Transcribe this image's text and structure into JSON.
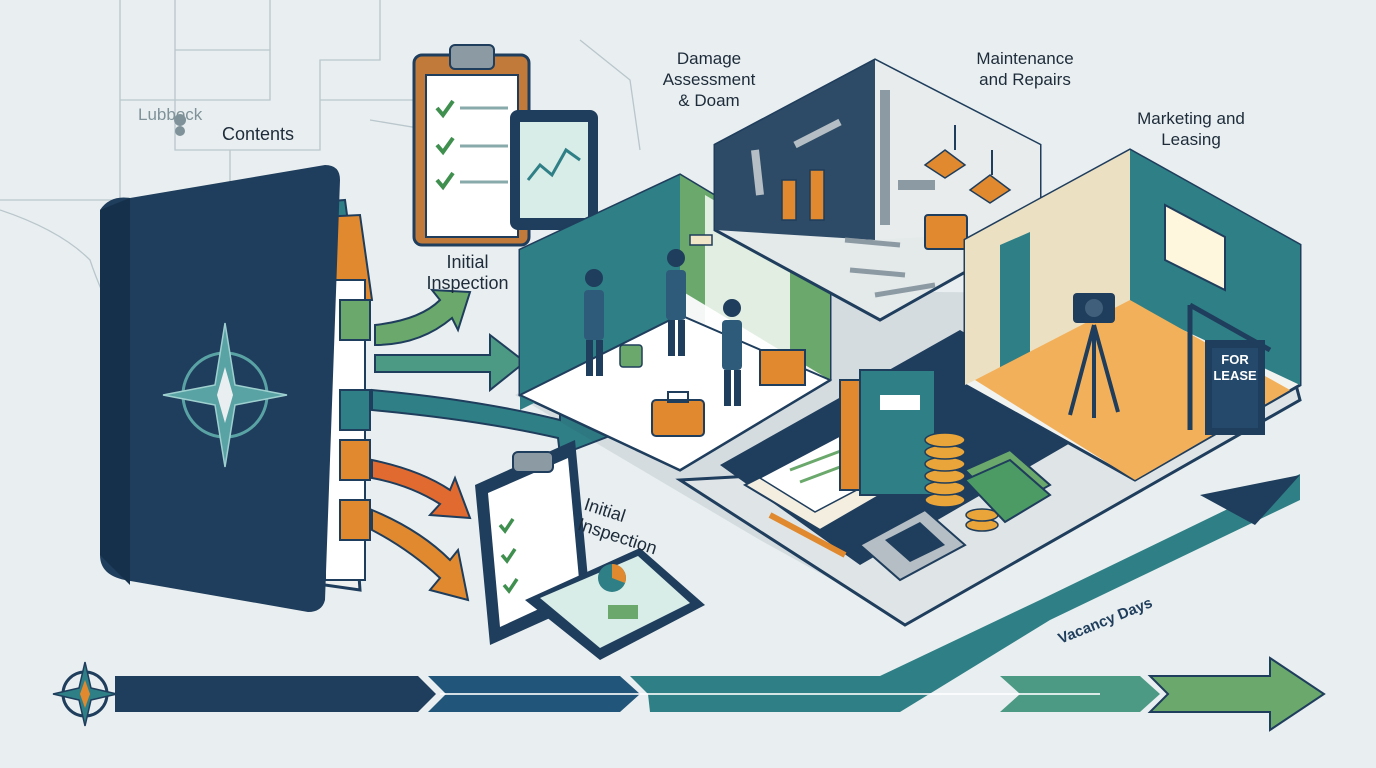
{
  "labels": {
    "city": "Lubbock",
    "contents": "Contents",
    "initial_inspection_top_1": "Initial",
    "initial_inspection_top_2": "Inspection",
    "damage_1": "Damage",
    "damage_2": "Assessment",
    "damage_3": "& Doam",
    "maintenance_1": "Maintenance",
    "maintenance_2": "and Repairs",
    "marketing_1": "Marketing and",
    "marketing_2": "Leasing",
    "initial_inspection_bottom_1": "Initial",
    "initial_inspection_bottom_2": "Inspection",
    "for_lease_1": "FOR",
    "for_lease_2": "LEASE",
    "vacancy_days": "Vacancy Days"
  },
  "colors": {
    "navy": "#1f3d5c",
    "teal": "#2f7f86",
    "green": "#6aa86b",
    "orange": "#e0892f",
    "background": "#e9eff0"
  },
  "icons": [
    "compass-rose-icon",
    "map-pin-icon",
    "clipboard-checklist-icon",
    "tablet-chart-icon",
    "toolbox-icon",
    "camera-tripod-icon",
    "calculator-icon",
    "coin-stack-icon",
    "cash-stack-icon"
  ]
}
